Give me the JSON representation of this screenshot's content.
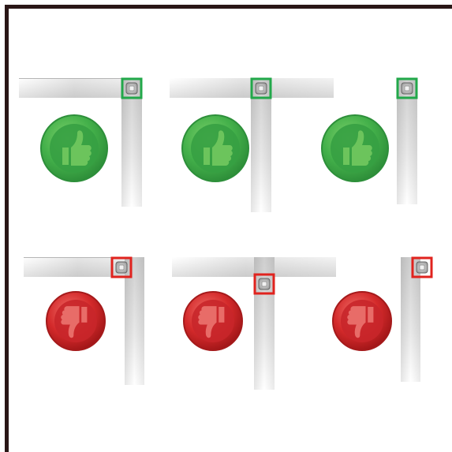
{
  "colors": {
    "frame": "#2a1716",
    "good_marker": "#22a84a",
    "bad_marker": "#e0231e",
    "good_badge": "#43b04a",
    "bad_badge": "#d42a2b",
    "bar_light": "#f4f4f4",
    "bar_dark": "#c9c9c9"
  },
  "diagram": {
    "rows": [
      {
        "verdict": "correct",
        "icon": "thumbs-up-icon",
        "examples": [
          {
            "join": "corner",
            "marker": "at-joint"
          },
          {
            "join": "tee",
            "marker": "at-joint"
          },
          {
            "join": "post-end",
            "marker": "at-end"
          }
        ]
      },
      {
        "verdict": "incorrect",
        "icon": "thumbs-down-icon",
        "examples": [
          {
            "join": "corner",
            "marker": "inset-from-joint"
          },
          {
            "join": "tee",
            "marker": "below-joint"
          },
          {
            "join": "post-end",
            "marker": "offset-from-end"
          }
        ]
      }
    ]
  }
}
